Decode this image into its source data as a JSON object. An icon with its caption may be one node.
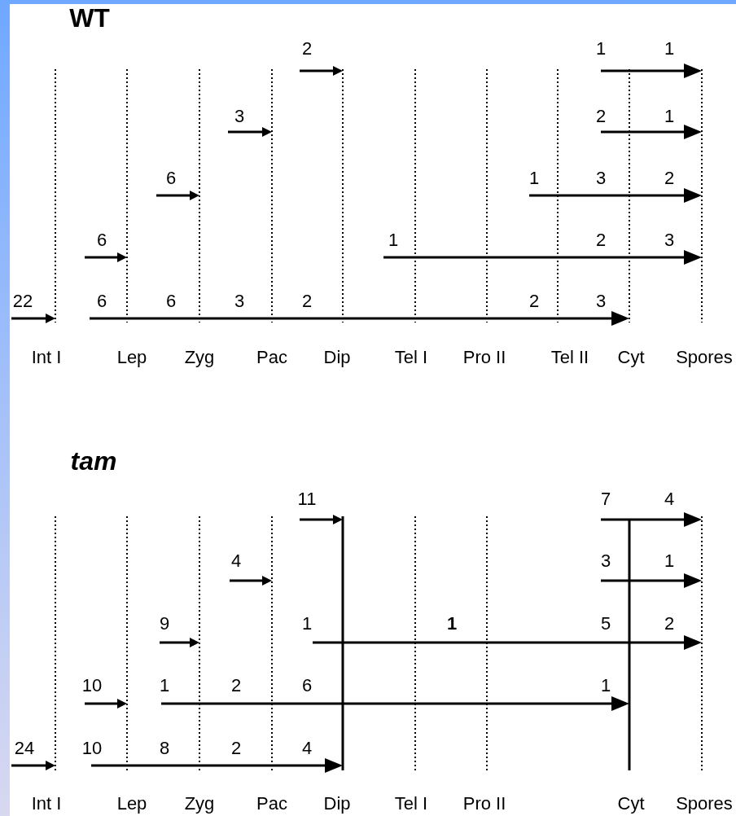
{
  "diagram": {
    "labels": [
      "WT",
      "2",
      "1",
      "1",
      "3",
      "2",
      "1",
      "6",
      "1",
      "3",
      "2",
      "6",
      "1",
      "2",
      "3",
      "22",
      "6",
      "6",
      "3",
      "2",
      "2",
      "3",
      "Int I",
      "Lep",
      "Zyg",
      "Pac",
      "Dip",
      "Tel I",
      "Pro II",
      "Tel II",
      "Cyt",
      "Spores",
      "tam",
      "11",
      "7",
      "4",
      "4",
      "3",
      "1",
      "9",
      "1",
      "1",
      "5",
      "2",
      "10",
      "1",
      "2",
      "6",
      "1",
      "24",
      "10",
      "8",
      "2",
      "4",
      "Int I",
      "Lep",
      "Zyg",
      "Pac",
      "Dip",
      "Tel I",
      "Pro II",
      "Cyt",
      "Spores"
    ]
  }
}
